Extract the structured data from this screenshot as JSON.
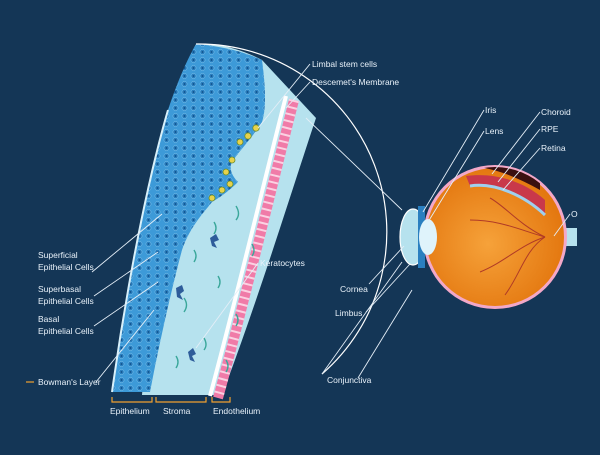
{
  "colors": {
    "background": "#143656",
    "epithelium": "#3d9ad8",
    "stroma": "#b6e2ee",
    "endothelium": "#f07ba8",
    "eyeball": "#f08a1a",
    "bracket": "#f0a030"
  },
  "labels": {
    "limbal_stem_cells": "Limbal stem cells",
    "descemets_membrane": "Descemet's Membrane",
    "keratocytes": "Keratocytes",
    "superficial": [
      "Superficial",
      "Epithelial Cells"
    ],
    "superbasal": [
      "Superbasal",
      "Epithelial Cells"
    ],
    "basal": [
      "Basal",
      "Epithelial Cells"
    ],
    "bowmans_layer": "Bowman's Layer",
    "iris": "Iris",
    "lens": "Lens",
    "choroid": "Choroid",
    "rpe": "RPE",
    "retina": "Retina",
    "optic": "O",
    "cornea": "Cornea",
    "limbus": "Limbus",
    "conjunctiva": "Conjunctiva"
  },
  "layers": {
    "epithelium": "Epithelium",
    "stroma": "Stroma",
    "endothelium": "Endothelium"
  }
}
